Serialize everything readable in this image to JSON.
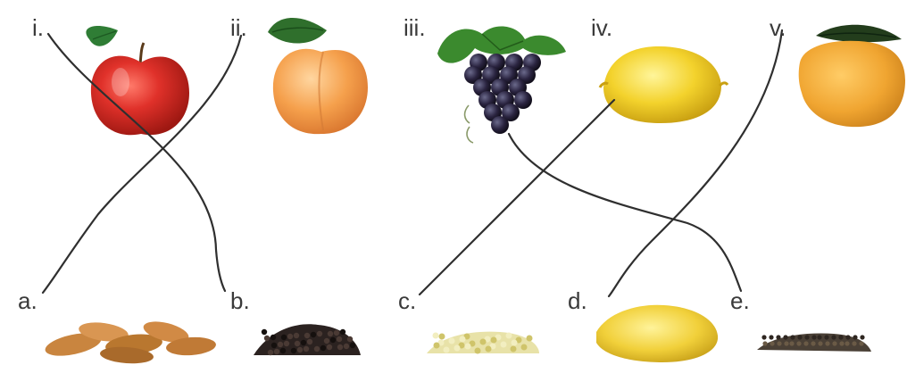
{
  "top_labels": [
    "i.",
    "ii.",
    "iii.",
    "iv.",
    "v."
  ],
  "bottom_labels": [
    "a.",
    "b.",
    "c.",
    "d.",
    "e."
  ],
  "top_items": [
    {
      "label": "i.",
      "icon": "apple-icon",
      "color": "#d8322a"
    },
    {
      "label": "ii.",
      "icon": "peach-icon",
      "color": "#f2a24a"
    },
    {
      "label": "iii.",
      "icon": "grapes-icon",
      "color": "#2a2440"
    },
    {
      "label": "iv.",
      "icon": "lemon-icon",
      "color": "#f3d22c"
    },
    {
      "label": "v.",
      "icon": "mango-icon",
      "color": "#f0a531"
    }
  ],
  "bottom_items": [
    {
      "label": "a.",
      "icon": "almond-seeds-icon",
      "color": "#c9853f"
    },
    {
      "label": "b.",
      "icon": "black-seeds-icon",
      "color": "#2b2220"
    },
    {
      "label": "c.",
      "icon": "pale-seeds-icon",
      "color": "#dcd48a"
    },
    {
      "label": "d.",
      "icon": "mango-seed-icon",
      "color": "#f1d03a"
    },
    {
      "label": "e.",
      "icon": "small-dark-seeds-icon",
      "color": "#4a4036"
    }
  ],
  "matches": [
    {
      "from": "i.",
      "to": "b."
    },
    {
      "from": "ii.",
      "to": "a."
    },
    {
      "from": "iii.",
      "to": "e."
    },
    {
      "from": "iv.",
      "to": "c."
    },
    {
      "from": "v.",
      "to": "d."
    }
  ]
}
